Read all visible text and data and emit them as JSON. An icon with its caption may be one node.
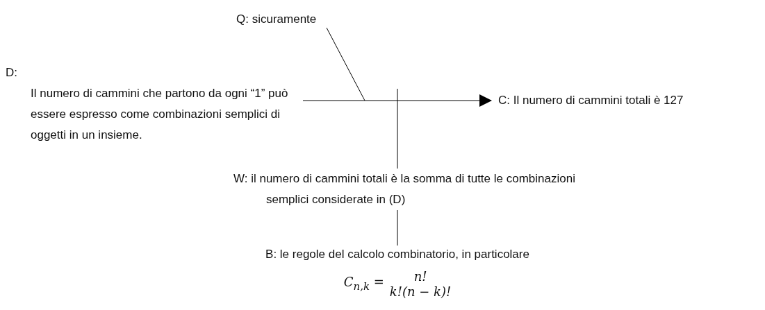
{
  "diagram": {
    "nodes": [
      {
        "text": [
          "Q: sicuramente"
        ]
      },
      {
        "text": [
          "D:",
          "Il numero di cammini che partono da ogni “1” può essere espresso come combinazioni semplici di oggetti in un insieme."
        ]
      },
      {
        "text": [
          "C: Il numero di cammini totali è 127"
        ]
      },
      {
        "text": [
          "W: il numero di cammini totali è la somma di tutte le combinazioni semplici considerate in (D)"
        ]
      },
      {
        "text": [
          "B: le regole del calcolo combinatorio, in particolare",
          "C$_{n,k}$ =",
          "n!",
          "k!(n − k)!"
        ]
      }
    ],
    "edges": [
      {
        "from": 1,
        "to": 2,
        "arrow": "to"
      },
      {
        "from": 0,
        "to": null,
        "arrow": "none"
      },
      {
        "from": 3,
        "to": null,
        "arrow": "none"
      },
      {
        "from": 4,
        "to": 3,
        "arrow": "none"
      }
    ]
  }
}
